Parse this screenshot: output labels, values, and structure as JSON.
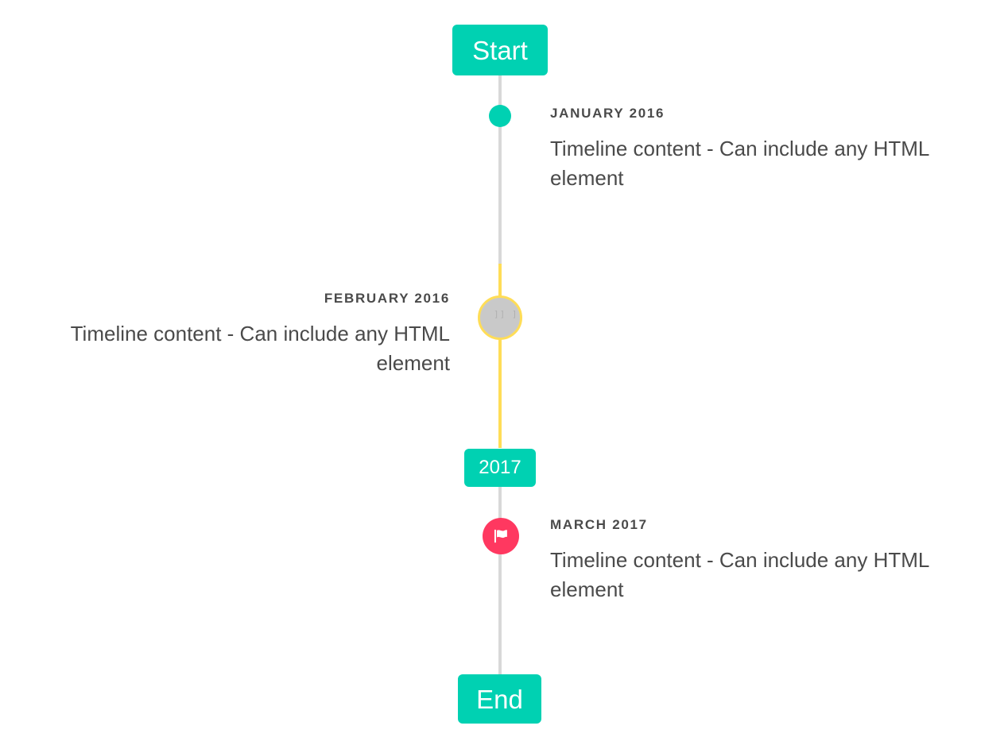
{
  "colors": {
    "primary": "#00d1b2",
    "warning": "#ffdd57",
    "danger": "#ff3860",
    "rail": "#d8d8d8",
    "marker_gray": "#c9c9c9",
    "text": "#4a4a4a",
    "background": "#ffffff"
  },
  "header": {
    "label": "Start"
  },
  "footer": {
    "label": "End"
  },
  "year_divider": {
    "label": "2017"
  },
  "items": [
    {
      "heading": "JANUARY 2016",
      "body": "Timeline content - Can include any HTML element",
      "side": "right",
      "marker_icon": "dot-icon",
      "marker_color": "#00d1b2"
    },
    {
      "heading": "FEBRUARY 2016",
      "body": "Timeline content - Can include any HTML element",
      "side": "left",
      "marker_icon": "missing-glyph-icon",
      "marker_color": "#c9c9c9",
      "marker_ring_color": "#ffdd57"
    },
    {
      "heading": "MARCH 2017",
      "body": "Timeline content - Can include any HTML element",
      "side": "right",
      "marker_icon": "flag-icon",
      "marker_color": "#ff3860"
    }
  ]
}
